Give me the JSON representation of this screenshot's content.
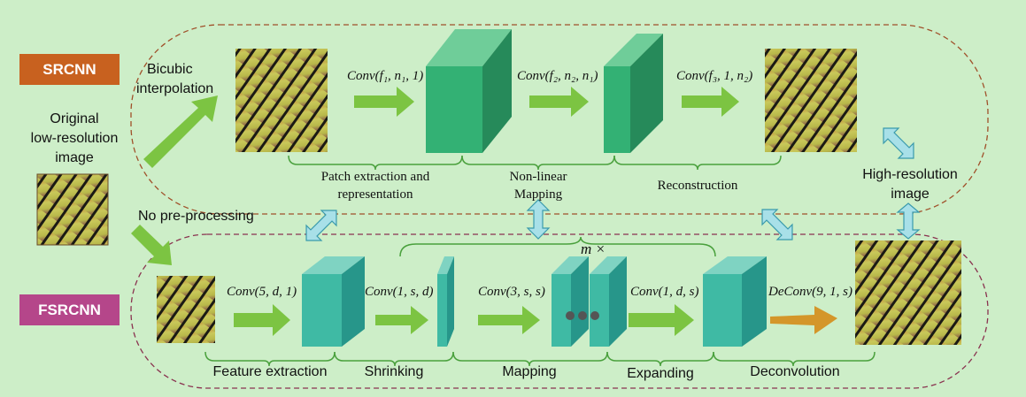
{
  "srcnn": {
    "badge": "SRCNN",
    "bicubic_line1": "Bicubic",
    "bicubic_line2": "interpolation",
    "conv1": "Conv(f₁, n₁, 1)",
    "conv2": "Conv(f₂, n₂, n₁)",
    "conv3": "Conv(f₃, 1, n₂)",
    "stage1_line1": "Patch extraction and",
    "stage1_line2": "representation",
    "stage2_line1": "Non-linear",
    "stage2_line2": "Mapping",
    "stage3": "Reconstruction"
  },
  "input": {
    "line1": "Original",
    "line2": "low-resolution",
    "line3": "image",
    "no_preprocessing": "No pre-processing"
  },
  "output": {
    "line1": "High-resolution",
    "line2": "image"
  },
  "fsrcnn": {
    "badge": "FSRCNN",
    "repeat": "m ×",
    "conv1": "Conv(5, d, 1)",
    "conv2": "Conv(1, s, d)",
    "conv3": "Conv(3, s, s)",
    "conv4": "Conv(1, d, s)",
    "deconv": "DeConv(9, 1, s)",
    "stage1": "Feature extraction",
    "stage2": "Shrinking",
    "stage3": "Mapping",
    "stage4": "Expanding",
    "stage5": "Deconvolution"
  },
  "colors": {
    "background": "#cdeec8",
    "srcnn_badge": "#c8611f",
    "fsrcnn_badge": "#b5468a",
    "arrow": "#7cc442",
    "deconv_arrow": "#d4962a",
    "srcnn_block": "#33b174",
    "fsrcnn_block": "#3fbaa4",
    "dashed_border": "#a0502a"
  }
}
